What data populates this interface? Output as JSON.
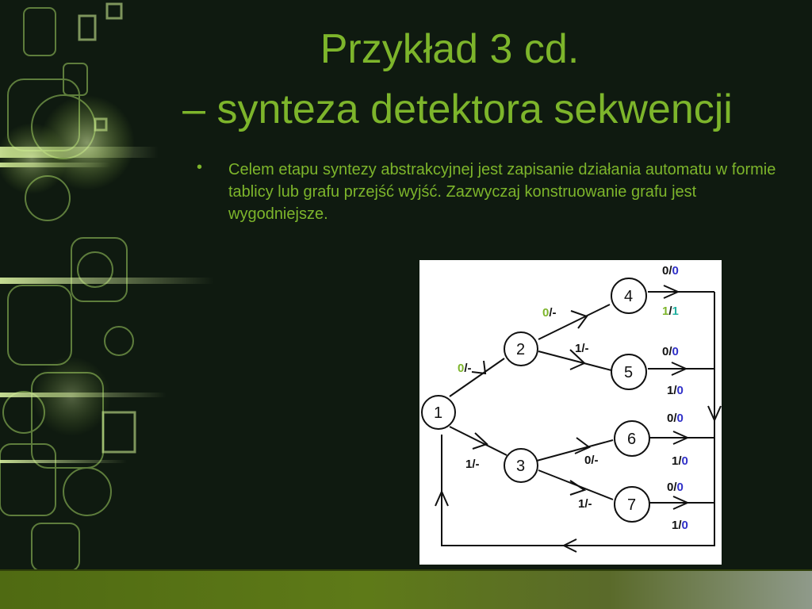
{
  "slide": {
    "title_line1": "Przykład 3 cd.",
    "title_line2": "– synteza detektora sekwencji",
    "bullet": "Celem etapu syntezy abstrakcyjnej jest zapisanie działania automatu w formie tablicy lub grafu przejść wyjść. Zazwyczaj konstruowanie grafu jest wygodniejsze."
  },
  "colors": {
    "title_text": "#7db52b",
    "label_green": "#7db52b",
    "label_blue": "#3030c8",
    "label_teal": "#22b0a0",
    "label_black": "#111111"
  },
  "graph": {
    "nodes": [
      "1",
      "2",
      "3",
      "4",
      "5",
      "6",
      "7"
    ],
    "edges": [
      {
        "from": "1",
        "to": "2",
        "input": "0",
        "output": "-"
      },
      {
        "from": "1",
        "to": "3",
        "input": "1",
        "output": "-"
      },
      {
        "from": "2",
        "to": "4",
        "input": "0",
        "output": "-"
      },
      {
        "from": "2",
        "to": "5",
        "input": "1",
        "output": "-"
      },
      {
        "from": "3",
        "to": "6",
        "input": "0",
        "output": "-"
      },
      {
        "from": "3",
        "to": "7",
        "input": "1",
        "output": "-"
      }
    ],
    "output_labels": [
      {
        "node": "4",
        "input": "0",
        "output": "0"
      },
      {
        "node": "4",
        "input": "1",
        "output": "1"
      },
      {
        "node": "5",
        "input": "0",
        "output": "0"
      },
      {
        "node": "5",
        "input": "1",
        "output": "0"
      },
      {
        "node": "6",
        "input": "0",
        "output": "0"
      },
      {
        "node": "6",
        "input": "1",
        "output": "0"
      },
      {
        "node": "7",
        "input": "0",
        "output": "0"
      },
      {
        "node": "7",
        "input": "1",
        "output": "0"
      }
    ]
  }
}
